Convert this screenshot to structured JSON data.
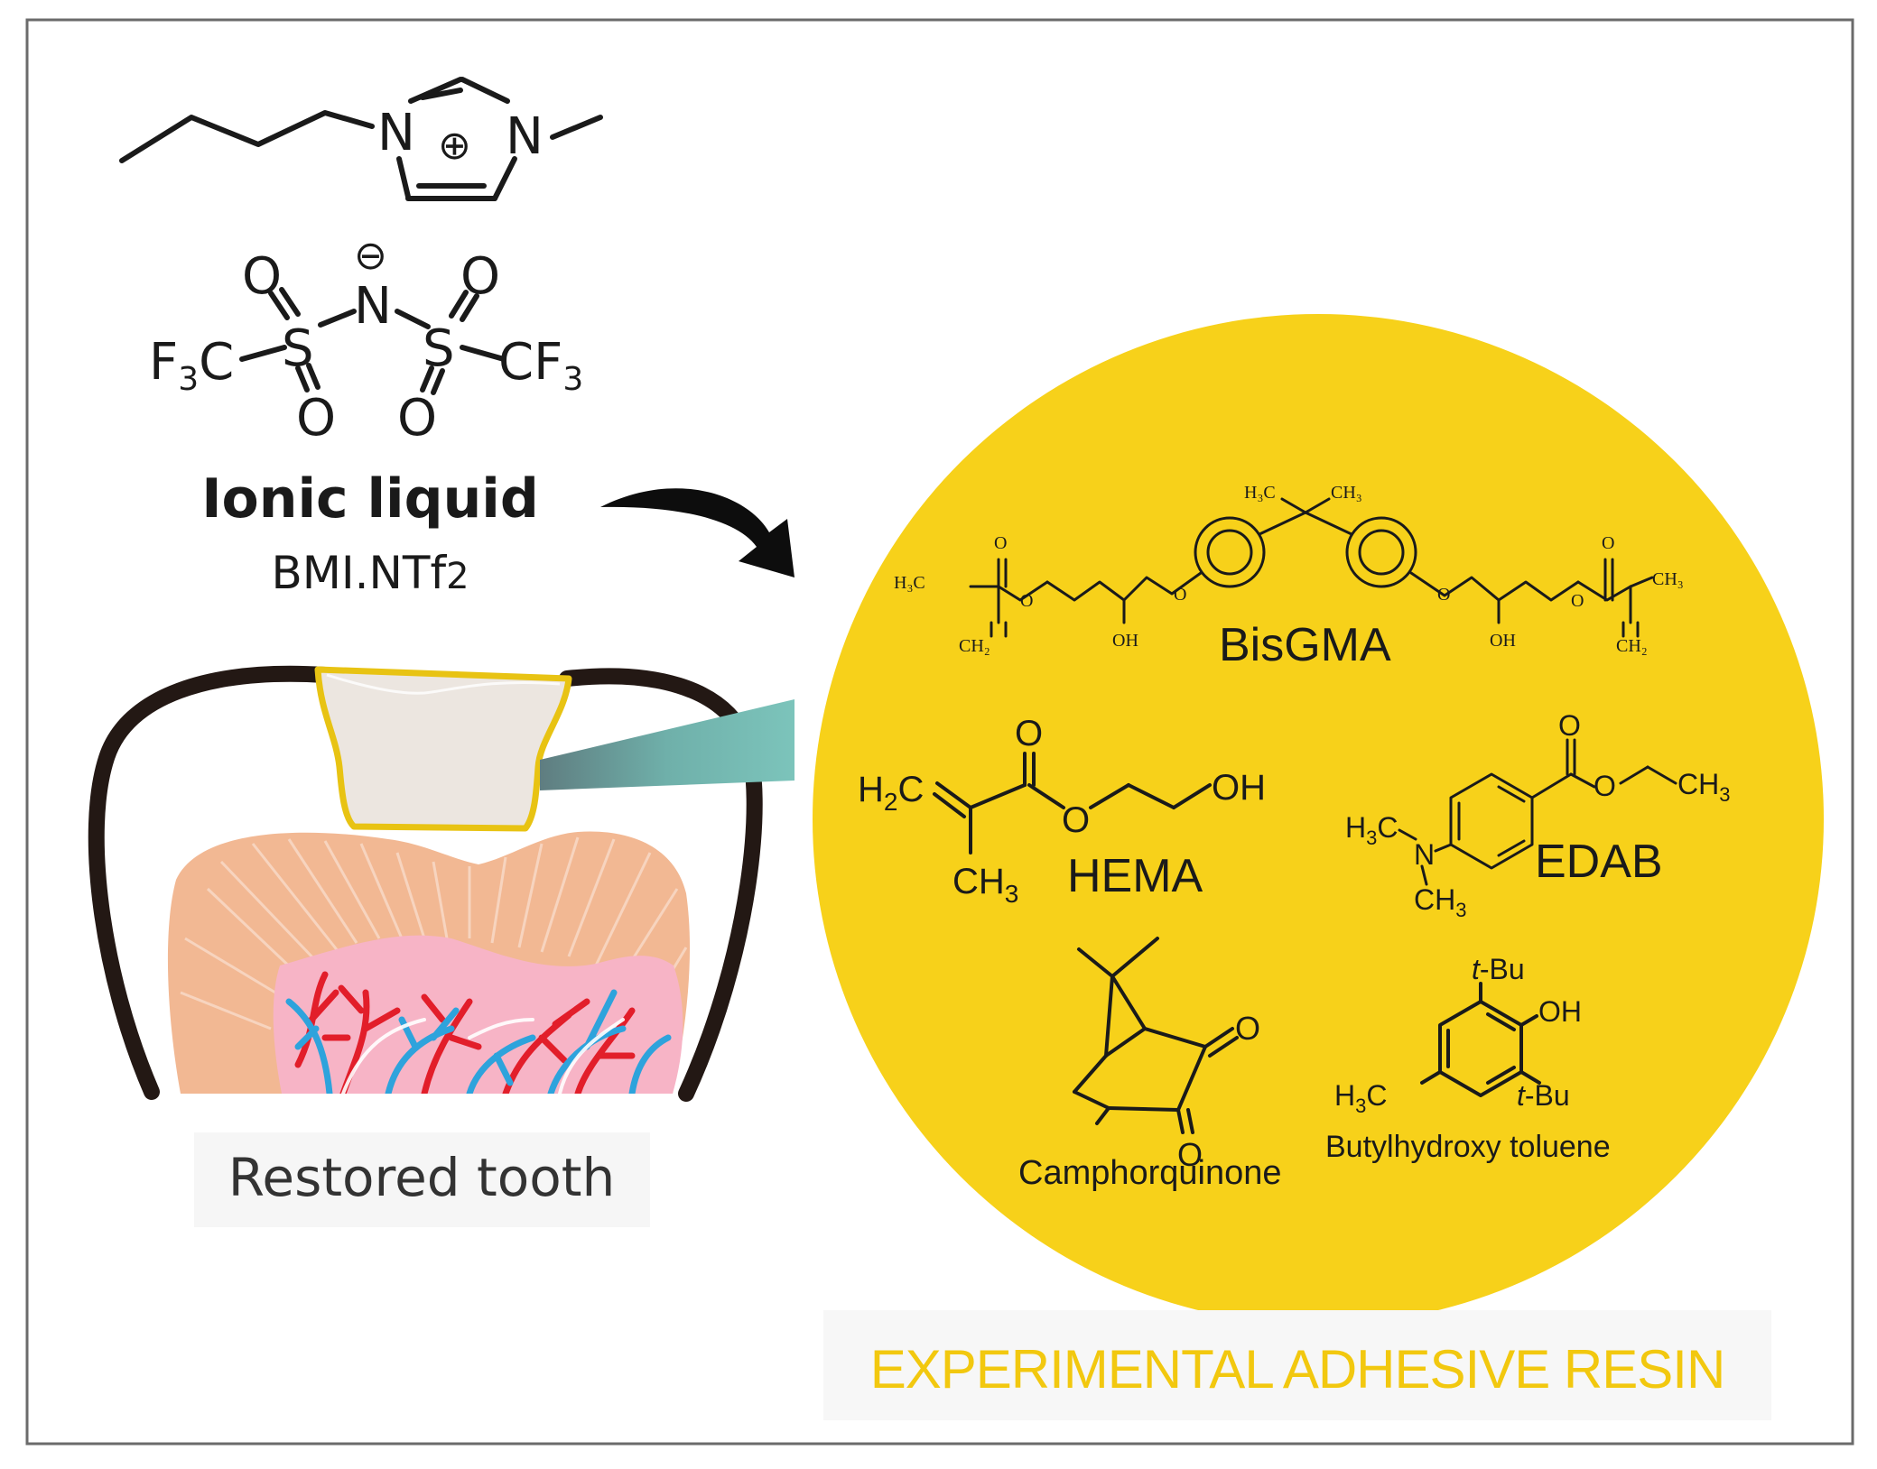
{
  "ionic_liquid": {
    "title": "Ionic liquid",
    "formula": "BMI.NTf",
    "formula_sub": "2",
    "cation": {
      "n_left": "N",
      "n_right": "N",
      "charge": "⊕"
    },
    "anion": {
      "n_center": "N",
      "charge": "⊖",
      "s_left": "S",
      "s_right": "S",
      "o": "O",
      "f3c_main": "F",
      "f3c_sub": "3",
      "f3c_tail": "C",
      "cf3_main": "CF",
      "cf3_sub": "3"
    }
  },
  "tooth": {
    "label": "Restored tooth"
  },
  "resin": {
    "title": "EXPERIMENTAL ADHESIVE RESIN",
    "color": "#f7d11a",
    "compounds": {
      "bisgma": {
        "name": "BisGMA",
        "h3c_top": "H₃C",
        "ch3_top": "CH₃",
        "h3c_left": "H₃C",
        "ch2_left": "CH₂",
        "o_carbonyl": "O",
        "o_ester": "O",
        "oh": "OH",
        "o_ether": "O",
        "ch3_right": "CH₃",
        "ch2_right": "CH₂"
      },
      "hema": {
        "name": "HEMA",
        "h2c_main": "H",
        "h2c_sub": "2",
        "h2c_tail": "C",
        "o_top": "O",
        "o_ester": "O",
        "oh": "OH",
        "ch3_main": "CH",
        "ch3_sub": "3"
      },
      "edab": {
        "name": "EDAB",
        "o_top": "O",
        "o_ester": "O",
        "ch3_main": "CH",
        "ch3_sub": "3",
        "h3c_main": "H",
        "h3c_sub": "3",
        "h3c_tail": "C",
        "n": "N",
        "nch3_main": "CH",
        "nch3_sub": "3"
      },
      "camphorquinone": {
        "name": "Camphorquinone",
        "o1": "O",
        "o2": "O"
      },
      "bht": {
        "name": "Butylhydroxy toluene",
        "tbu_top_t": "t",
        "tbu_top": "-Bu",
        "oh": "OH",
        "tbu_right_t": "t",
        "tbu_right": "-Bu",
        "h3c_main": "H",
        "h3c_sub": "3",
        "h3c_tail": "C"
      }
    }
  }
}
